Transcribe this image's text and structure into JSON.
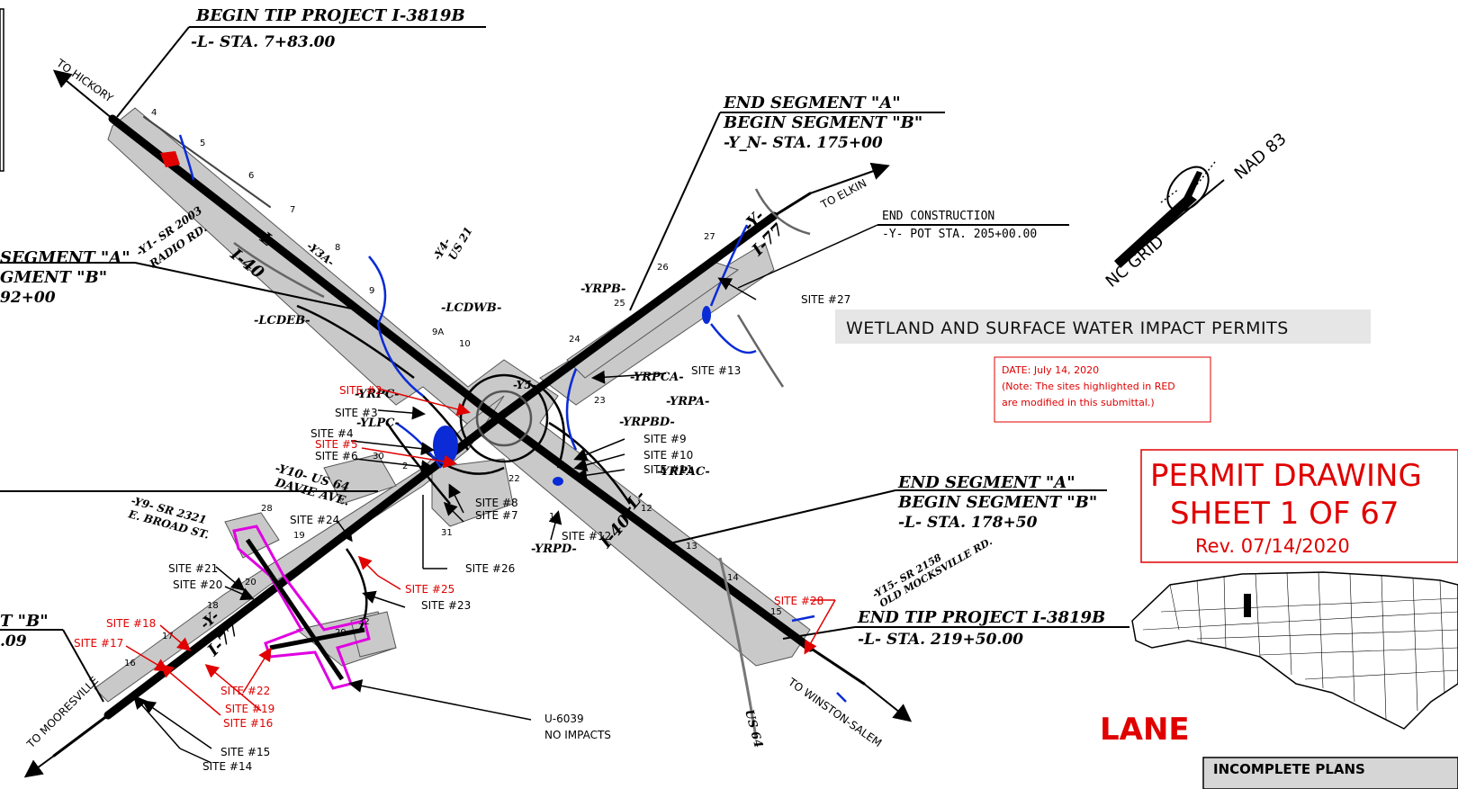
{
  "colors": {
    "road": "#000000",
    "wetland": "#0a2bd6",
    "impact_highlight": "#e00000",
    "study_area": "#c9c9c9",
    "u6039_outline": "#e000e0",
    "banner_bg": "#e6e6e6"
  },
  "project_titles": {
    "begin_project": "BEGIN TIP PROJECT I-3819B",
    "begin_station": "-L- STA. 7+83.00",
    "end_seg_a_top": "END SEGMENT \"A\"",
    "begin_seg_b_top": "BEGIN SEGMENT \"B\"",
    "y_n_station": "-Y_N- STA. 175+00",
    "left_seg_a": "SEGMENT \"A\"",
    "left_seg_b": "GMENT \"B\"",
    "left_station": "92+00",
    "end_seg_a_right": "END SEGMENT \"A\"",
    "begin_seg_b_right": "BEGIN SEGMENT \"B\"",
    "l_station_right": "-L- STA. 178+50",
    "end_project": "END TIP PROJECT I-3819B",
    "end_station": "-L- STA. 219+50.00",
    "left_b": "T \"B\"",
    "left_b_station": ".09",
    "end_construction": "END CONSTRUCTION",
    "end_construction_station": "-Y- POT STA. 205+00.00"
  },
  "directions": {
    "to_hickory": "TO HICKORY",
    "to_elkin": "TO ELKIN",
    "to_mooresville": "TO MOORESVILLE",
    "to_winston_salem": "TO WINSTON-SALEM"
  },
  "road_labels": {
    "i40_nw": "I-40",
    "i40_se": "I-40",
    "i77_ne": "I-77",
    "i77_sw": "I-77",
    "y_ne": "-Y-",
    "l_nw": "-L-",
    "l_se": "-L-",
    "y_sw": "-Y-",
    "y1": "-Y1- SR 2003",
    "y1b": "RADIO RD.",
    "y3a": "-Y3A-",
    "y4": "-Y4-",
    "y4b": "US 21",
    "y10": "-Y10- US 64",
    "y10b": "DAVIE AVE.",
    "y9": "-Y9- SR 2321",
    "y9b": "E. BROAD ST.",
    "y15": "-Y15- SR 2158",
    "y15b": "OLD MOCKSVILLE RD.",
    "us64": "US 64",
    "lcdwb": "-LCDWB-",
    "lcdeb": "-LCDEB-",
    "yrpb": "-YRPB-",
    "yrpca": "-YRPCA-",
    "yrpa": "-YRPA-",
    "yrpbd": "-YRPBD-",
    "yrpac": "-YRPAC-",
    "yrpd": "-YRPD-",
    "yrpc": "-YRPC-",
    "ylpc": "-YLPC-",
    "y5": "-Y5-",
    "u6039": "U-6039",
    "no_impacts": "NO IMPACTS"
  },
  "sheet_numbers": [
    "4",
    "5",
    "6",
    "7",
    "8",
    "9",
    "9A",
    "10",
    "30",
    "2",
    "22",
    "11",
    "12",
    "13",
    "14",
    "15",
    "23",
    "24",
    "25",
    "26",
    "27",
    "28",
    "19",
    "20",
    "18",
    "17",
    "16",
    "29",
    "31",
    "32",
    "21"
  ],
  "sites_black": [
    "SITE #3",
    "SITE #4",
    "SITE #6",
    "SITE #8",
    "SITE #7",
    "SITE #9",
    "SITE #10",
    "SITE #11",
    "SITE #12",
    "SITE #13",
    "SITE #14",
    "SITE #15",
    "SITE #20",
    "SITE #21",
    "SITE #23",
    "SITE #24",
    "SITE #26",
    "SITE #27"
  ],
  "sites_red": [
    "SITE #2",
    "SITE #5",
    "SITE #16",
    "SITE #17",
    "SITE #18",
    "SITE #19",
    "SITE #22",
    "SITE #25",
    "SITE #28"
  ],
  "north_arrow": {
    "nc_grid": "NC GRID",
    "nad": "NAD 83"
  },
  "banner": "WETLAND AND SURFACE WATER IMPACT PERMITS",
  "note": {
    "date": "DATE: July 14, 2020",
    "line1": "(Note: The sites highlighted in RED",
    "line2": "are modified in this submittal.)"
  },
  "permit_box": {
    "line1": "PERMIT DRAWING",
    "line2": "SHEET 1 OF 67",
    "rev": "Rev. 07/14/2020"
  },
  "county": "LANE",
  "bottom_banner": "INCOMPLETE PLANS"
}
